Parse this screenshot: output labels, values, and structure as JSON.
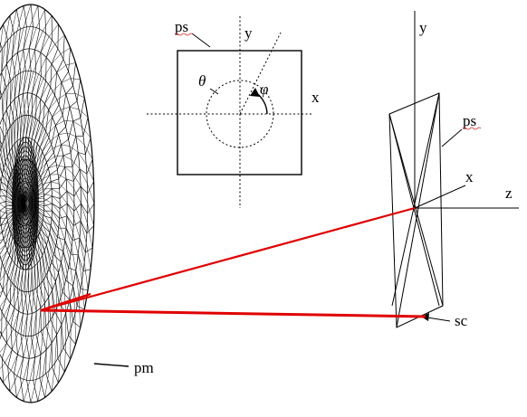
{
  "labels": {
    "ps_inset": "ps",
    "y_inset": "y",
    "x_inset": "x",
    "theta": "θ",
    "phi": "φ",
    "y_screen": "y",
    "ps_screen": "ps",
    "x_screen": "x",
    "z_screen": "z",
    "sc": "sc",
    "pm": "pm"
  },
  "colors": {
    "ray": "#e00000",
    "lines": "#000000",
    "background": "#ffffff"
  }
}
